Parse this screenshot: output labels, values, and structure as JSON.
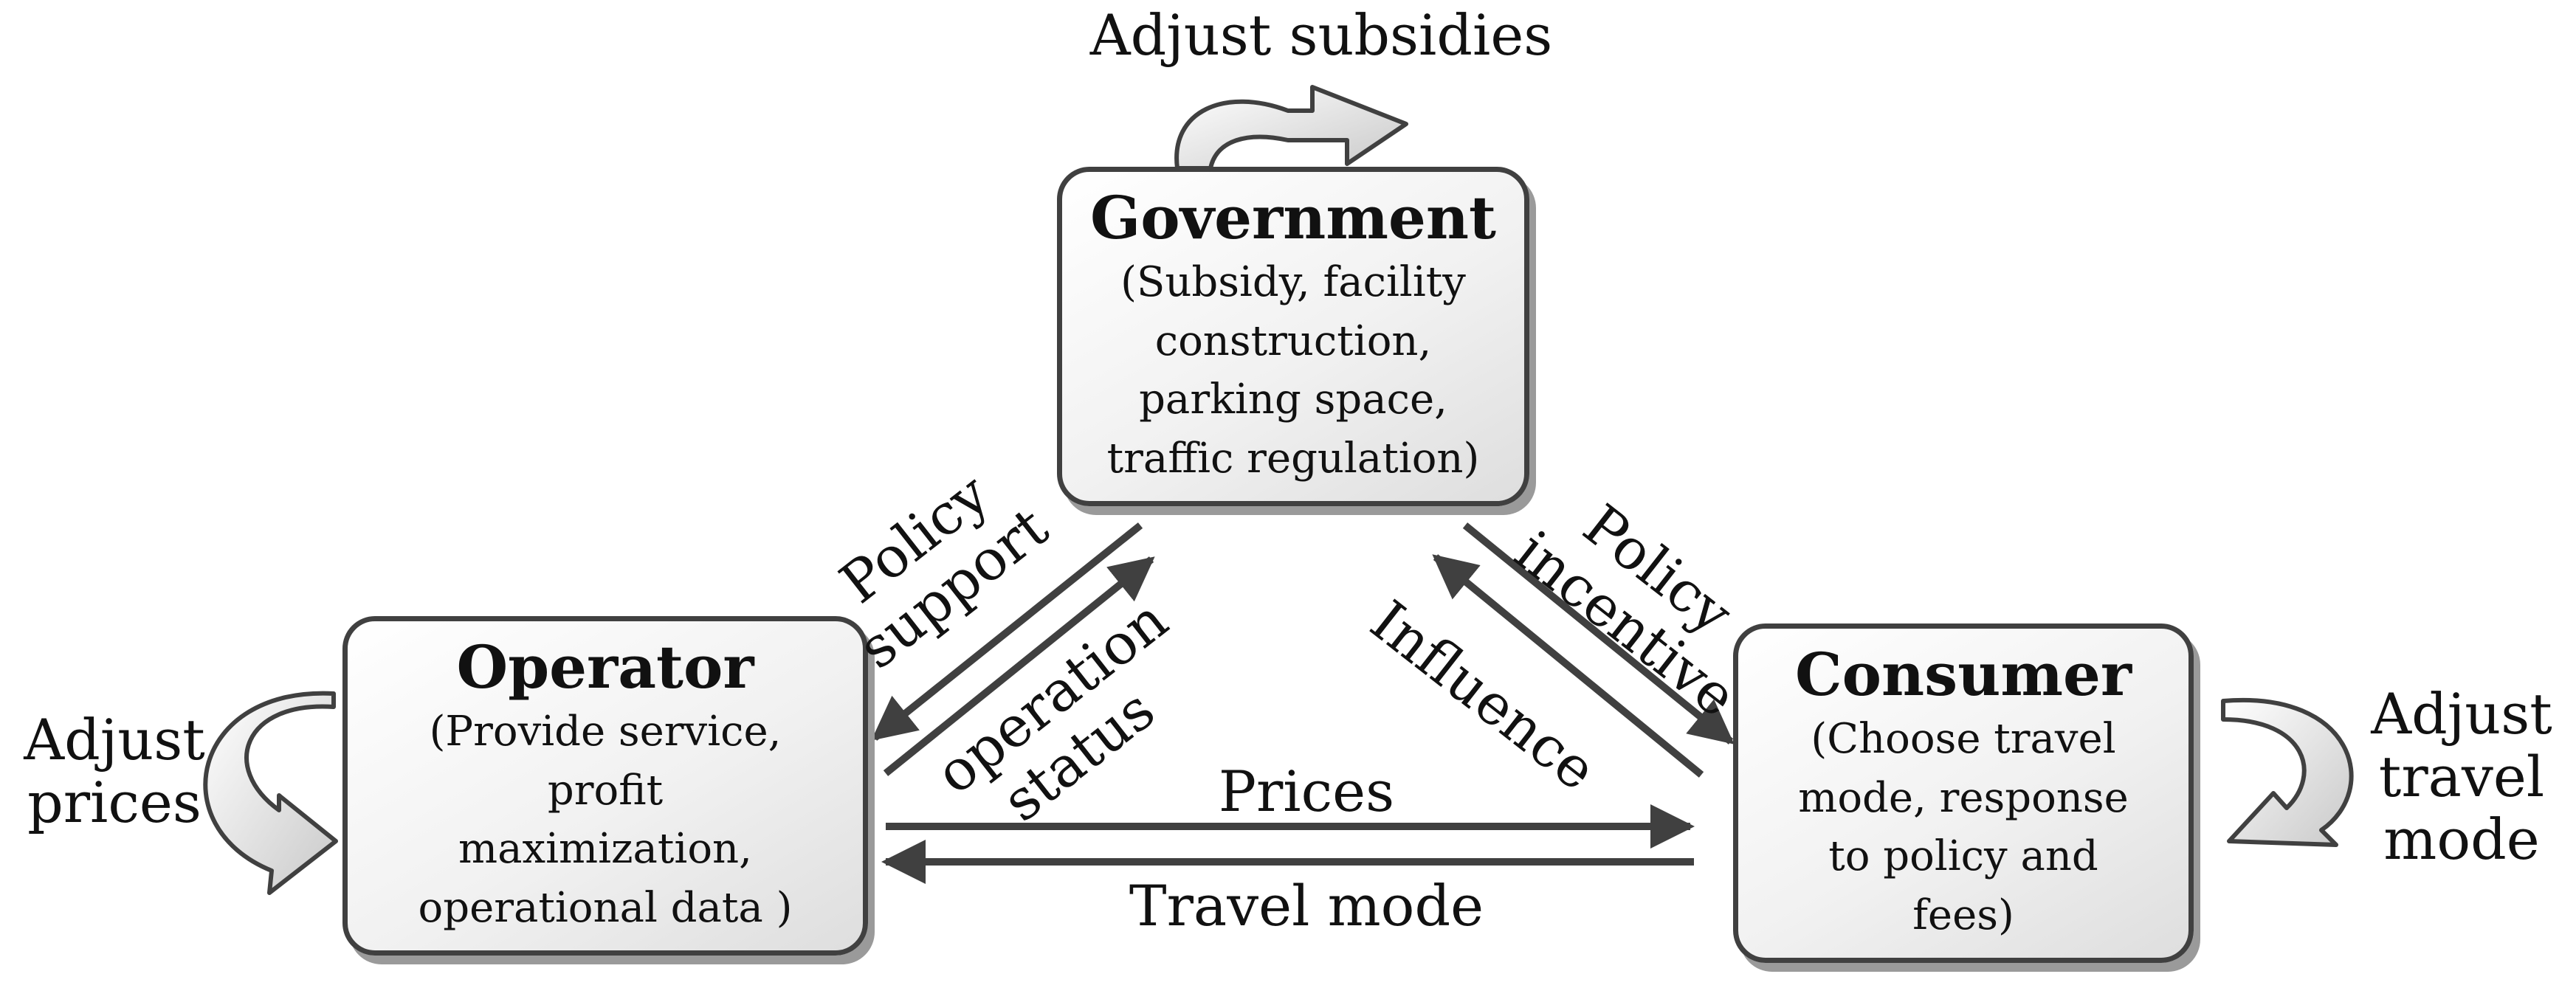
{
  "nodes": {
    "government": {
      "title": "Government",
      "lines": [
        "(Subsidy, facility",
        "construction,",
        "parking space,",
        "traffic regulation)"
      ]
    },
    "operator": {
      "title": "Operator",
      "lines": [
        "(Provide service,",
        "profit",
        "maximization,",
        "operational data )"
      ]
    },
    "consumer": {
      "title": "Consumer",
      "lines": [
        "(Choose travel",
        "mode, response",
        "to  policy and",
        "fees)"
      ]
    }
  },
  "edges": {
    "policy_support": [
      "Policy",
      "support"
    ],
    "operation_status": [
      "operation",
      "status"
    ],
    "policy_incentive": [
      "Policy",
      "incentive"
    ],
    "influence": "Influence",
    "prices": "Prices",
    "travel_mode": "Travel mode"
  },
  "self_loops": {
    "adjust_subsidies": "Adjust subsidies",
    "adjust_prices": [
      "Adjust",
      "prices"
    ],
    "adjust_travel_mode": [
      "Adjust",
      "travel",
      "mode"
    ]
  }
}
